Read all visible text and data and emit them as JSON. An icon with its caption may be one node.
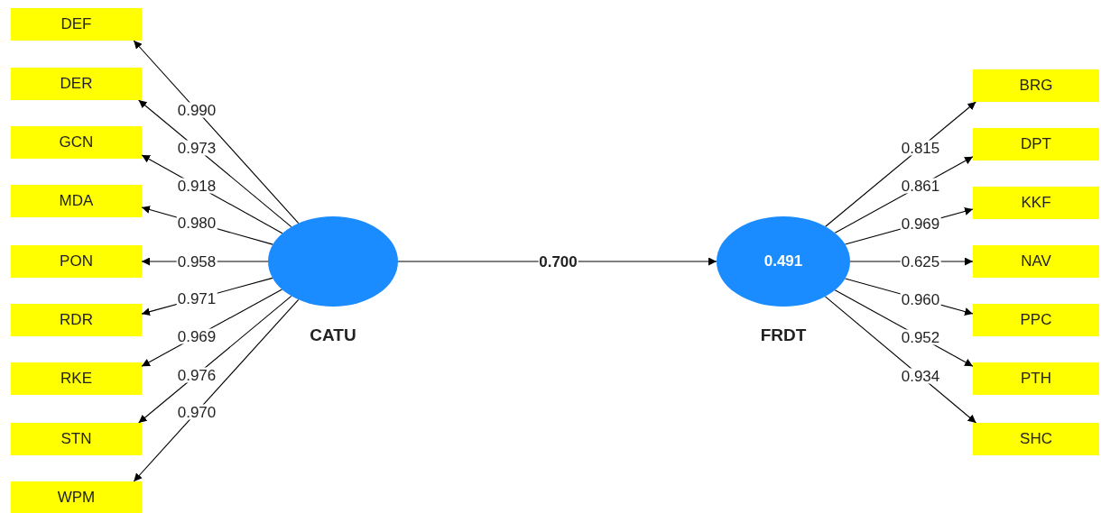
{
  "diagram": {
    "nodes": [
      {
        "text": [
          "DEF"
        ]
      },
      {
        "text": [
          "DER"
        ]
      },
      {
        "text": [
          "GCN"
        ]
      },
      {
        "text": [
          "MDA"
        ]
      },
      {
        "text": [
          "PON"
        ]
      },
      {
        "text": [
          "RDR"
        ]
      },
      {
        "text": [
          "RKE"
        ]
      },
      {
        "text": [
          "STN"
        ]
      },
      {
        "text": [
          "WPM"
        ]
      },
      {
        "text": [],
        "shape": "circle",
        "beside": [
          "CATU"
        ]
      },
      {
        "text": [
          "0.491"
        ],
        "beside": [
          "FRDT"
        ]
      },
      {
        "text": [
          "BRG"
        ]
      },
      {
        "text": [
          "DPT"
        ]
      },
      {
        "text": [
          "KKF"
        ]
      },
      {
        "text": [
          "NAV"
        ]
      },
      {
        "text": [
          "PPC"
        ]
      },
      {
        "text": [
          "PTH"
        ]
      },
      {
        "text": [
          "SHC"
        ]
      }
    ],
    "edges": [
      {
        "from": 9,
        "to": 0,
        "arrow": "to",
        "label": "0.990"
      },
      {
        "from": 9,
        "to": 1,
        "arrow": "to",
        "label": "0.973"
      },
      {
        "from": 9,
        "to": 2,
        "arrow": "to",
        "label": "0.918"
      },
      {
        "from": 9,
        "to": 3,
        "arrow": "to",
        "label": "0.980"
      },
      {
        "from": 9,
        "to": 4,
        "arrow": "to",
        "label": "0.958"
      },
      {
        "from": 9,
        "to": 5,
        "arrow": "to",
        "label": "0.971"
      },
      {
        "from": 9,
        "to": 6,
        "arrow": "to",
        "label": "0.969"
      },
      {
        "from": 9,
        "to": 7,
        "arrow": "to",
        "label": "0.976"
      },
      {
        "from": 9,
        "to": 8,
        "arrow": "to",
        "label": "0.970"
      },
      {
        "from": 9,
        "to": 10,
        "arrow": "to",
        "label": "**0.700**"
      },
      {
        "from": 10,
        "to": 11,
        "arrow": "to",
        "label": "0.815"
      },
      {
        "from": 10,
        "to": 12,
        "arrow": "to",
        "label": "0.861"
      },
      {
        "from": 10,
        "to": 13,
        "arrow": "to",
        "label": "0.969"
      },
      {
        "from": 10,
        "to": 14,
        "arrow": "to",
        "label": "0.625"
      },
      {
        "from": 10,
        "to": 15,
        "arrow": "to",
        "label": "0.960"
      },
      {
        "from": 10,
        "to": 16,
        "arrow": "to",
        "label": "0.952"
      },
      {
        "from": 10,
        "to": 17,
        "arrow": "to",
        "label": "0.934"
      }
    ]
  }
}
